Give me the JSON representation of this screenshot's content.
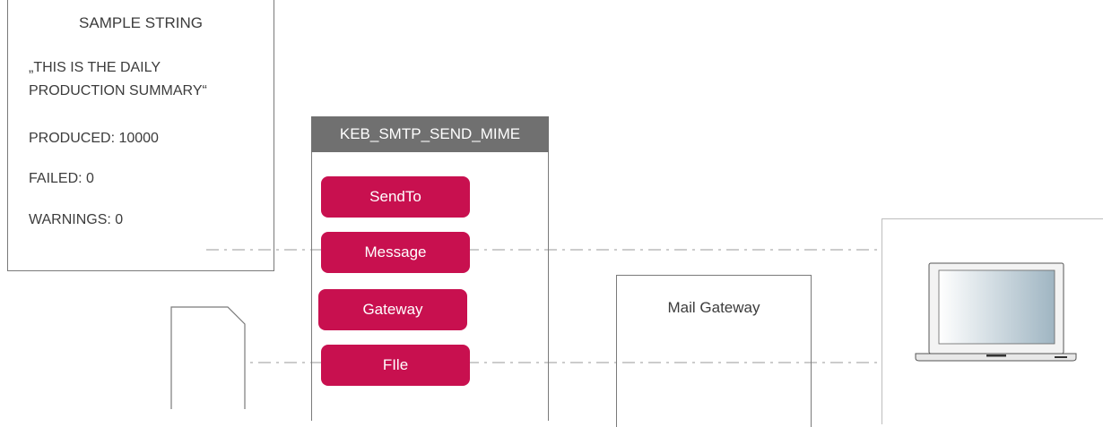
{
  "sample": {
    "title": "SAMPLE STRING",
    "lines": [
      "„THIS IS THE DAILY",
      "PRODUCTION SUMMARY“",
      "PRODUCED: 10000",
      "FAILED: 0",
      "WARNINGS: 0"
    ]
  },
  "block": {
    "name": "KEB_SMTP_SEND_MIME",
    "inputs": [
      "SendTo",
      "Message",
      "Gateway",
      "FIle"
    ]
  },
  "gateway": {
    "label": "Mail Gateway"
  },
  "colors": {
    "input_pill": "#c8104f",
    "header": "#707070",
    "border": "#7a7a7a",
    "connector": "#999999"
  },
  "icons": [
    "document-icon",
    "laptop-icon"
  ]
}
